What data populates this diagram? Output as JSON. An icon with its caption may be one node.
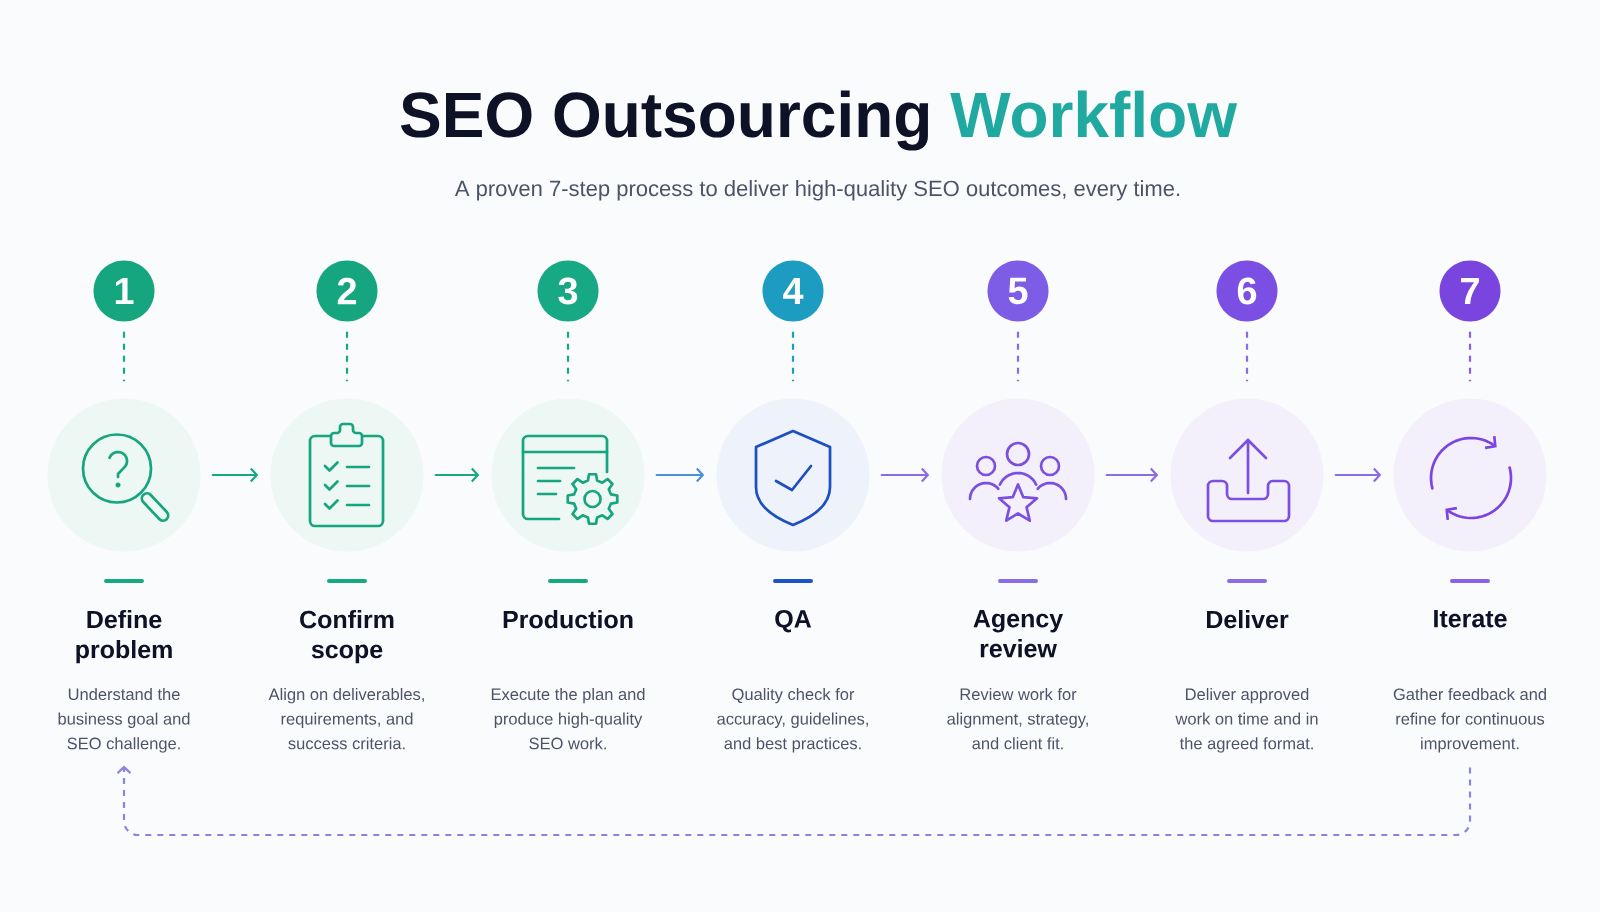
{
  "diagram": {
    "title": "SEO Outsourcing Workflow",
    "nodes": [
      {
        "text": [
          "1"
        ]
      },
      {
        "text": [],
        "shape": "circle"
      },
      {
        "text": [
          "Define problem",
          "Understand the business goal and SEO challenge."
        ]
      },
      {
        "text": [
          "2"
        ]
      },
      {
        "text": [],
        "shape": "circle"
      },
      {
        "text": [
          "Confirm scope",
          "Align on deliverables, requirements, and success criteria."
        ]
      },
      {
        "text": [
          "3"
        ]
      },
      {
        "text": [],
        "shape": "circle"
      },
      {
        "text": [
          "Production",
          "Execute the plan and produce high-quality SEO work."
        ]
      },
      {
        "text": [
          "4"
        ]
      },
      {
        "text": [],
        "shape": "circle"
      },
      {
        "text": [
          "QA",
          "Quality check for accuracy, guidelines, and best practices."
        ]
      },
      {
        "text": [
          "5"
        ]
      },
      {
        "text": [],
        "shape": "circle"
      },
      {
        "text": [
          "Agency review",
          "Review work for alignment, strategy, and client fit."
        ]
      },
      {
        "text": [
          "6"
        ]
      },
      {
        "text": [],
        "shape": "circle"
      },
      {
        "text": [
          "Deliver",
          "Deliver approved work on time and in the agreed format."
        ]
      },
      {
        "text": [
          "7"
        ]
      },
      {
        "text": [],
        "shape": "circle"
      },
      {
        "text": [
          "Iterate",
          "Gather feedback and refine for continuous improvement."
        ]
      }
    ],
    "edges": [
      {
        "from": 0,
        "to": 1,
        "arrow": "none",
        "style": "dashed"
      },
      {
        "from": 3,
        "to": 4,
        "arrow": "none",
        "style": "dashed"
      },
      {
        "from": 6,
        "to": 7,
        "arrow": "none",
        "style": "dashed"
      },
      {
        "from": 9,
        "to": 10,
        "arrow": "none",
        "style": "dashed",
        "color": "#1b9cc0"
      },
      {
        "from": 12,
        "to": 13,
        "arrow": "none",
        "style": "dashed",
        "color": "#8c6be6"
      },
      {
        "from": 15,
        "to": 16,
        "arrow": "none",
        "style": "dashed",
        "color": "#8c6be6"
      },
      {
        "from": 18,
        "to": 19,
        "arrow": "none",
        "style": "dashed",
        "color": "#8a5ee6"
      },
      {
        "from": 1,
        "to": 4,
        "arrow": "to"
      },
      {
        "from": 4,
        "to": 7,
        "arrow": "to"
      },
      {
        "from": 7,
        "to": 10,
        "arrow": "to",
        "color": "#4a90d9"
      },
      {
        "from": 10,
        "to": 13,
        "arrow": "to",
        "color": "#8b6be8"
      },
      {
        "from": 13,
        "to": 16,
        "arrow": "to",
        "color": "#8b6be8"
      },
      {
        "from": 16,
        "to": 19,
        "arrow": "to",
        "color": "#8b6be8"
      },
      {
        "from": 20,
        "to": 2,
        "arrow": "to",
        "style": "dashed",
        "color": "#8a86e0"
      }
    ],
    "labels": [
      "A proven 7-step process to deliver high-quality SEO outcomes, every time."
    ]
  }
}
